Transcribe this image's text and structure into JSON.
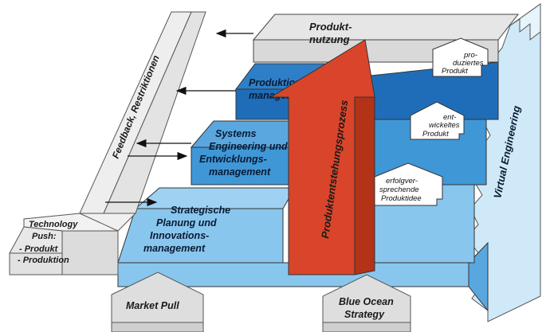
{
  "blocks": {
    "produktnutzung": [
      "Produkt-",
      "nutzung"
    ],
    "produktionsmanagement": [
      "Produktions-",
      "management"
    ],
    "systems_engineering": [
      "Systems",
      "Engineering und",
      "Entwicklungs-",
      "management"
    ],
    "strategische_planung": [
      "Strategische",
      "Planung und",
      "Innovations-",
      "management"
    ]
  },
  "arrow_label": "Produktentstehungsprozess",
  "houses": {
    "produziertes": [
      "pro-",
      "duziertes",
      "Produkt"
    ],
    "entwickeltes": [
      "ent-",
      "wickeltes",
      "Produkt"
    ],
    "erfolgversprechende": [
      "erfolgver-",
      "sprechende",
      "Produktidee"
    ]
  },
  "side_labels": {
    "feedback": "Feedback, Restriktionen",
    "virtual_engineering": "Virtual Engineering"
  },
  "technology_push": [
    "Technology",
    "Push:",
    "- Produkt",
    "- Produktion"
  ],
  "market_pull": "Market Pull",
  "blue_ocean": [
    "Blue Ocean",
    "Strategy"
  ],
  "colors": {
    "grey": "#e3e3e3",
    "grey_dark": "#bdbdbd",
    "blue_dark": "#1f6db8",
    "blue_mid": "#3f97d6",
    "blue_light": "#88c6ee",
    "blue_pale": "#cfe9f8",
    "red": "#d9452a"
  }
}
